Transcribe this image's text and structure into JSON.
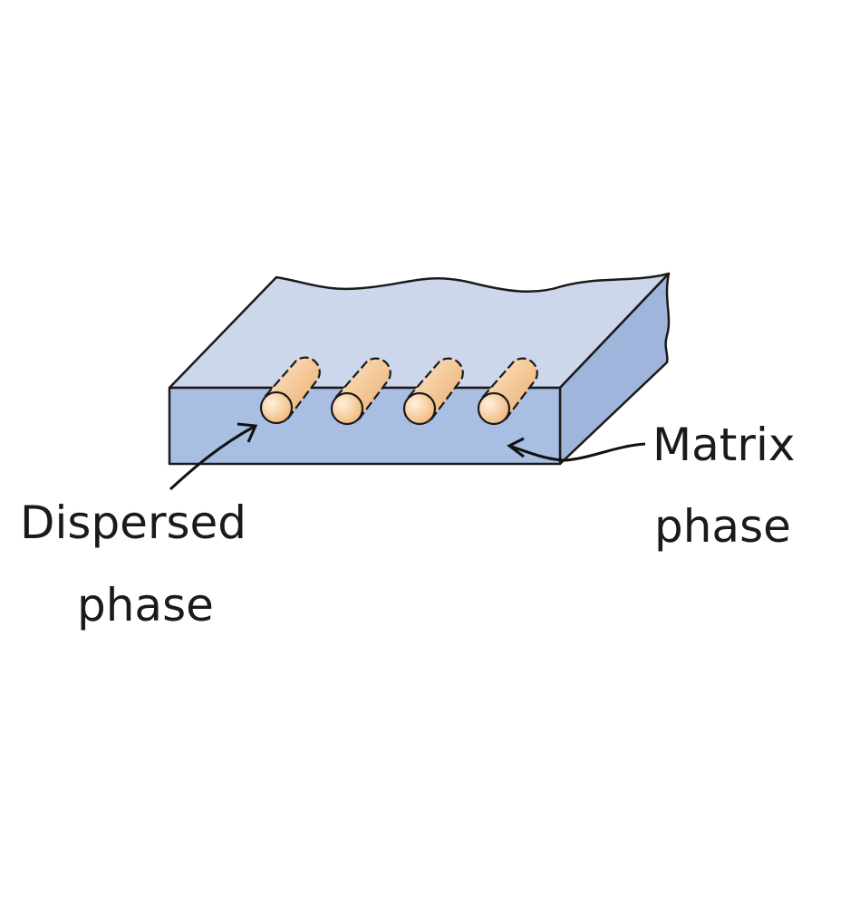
{
  "labels": {
    "dispersed_line1": "Dispersed",
    "dispersed_line2": "phase",
    "matrix_line1": "Matrix",
    "matrix_line2": "phase"
  },
  "colors": {
    "top_face": "#ccd7ec",
    "front_face": "#a7bde2",
    "side_face": "#9fb5dc",
    "fiber": "#f2c28a"
  }
}
